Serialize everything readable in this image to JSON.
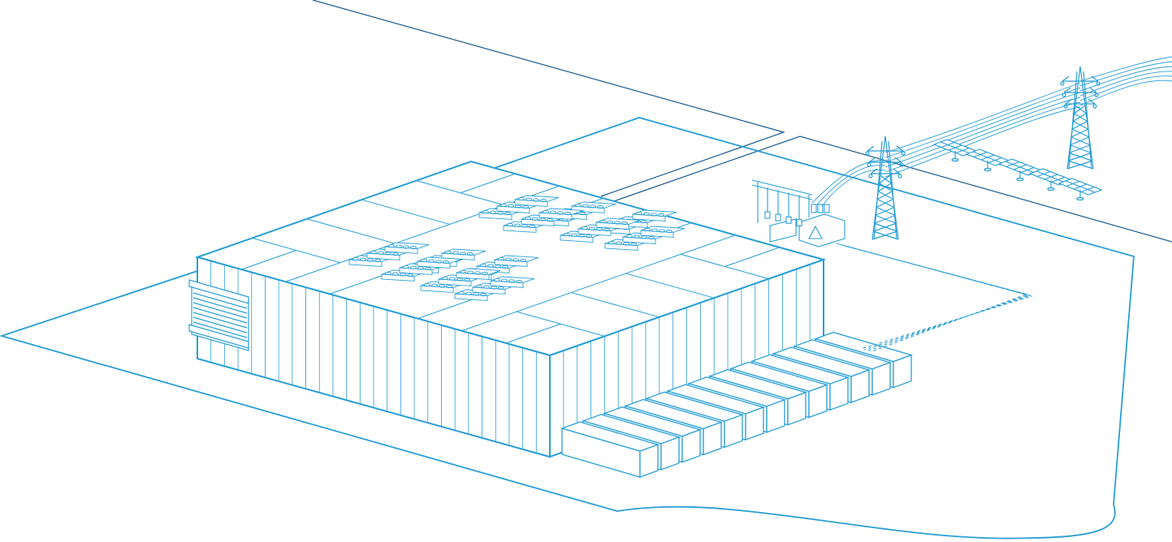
{
  "colors": {
    "line": "#2a9fd6",
    "dark_line": "#1f5b8e",
    "fill": "#ffffff",
    "background": "#ffffff"
  },
  "icons": {
    "building": "data-center-building-outline",
    "cooling": "rooftop-cooling-units",
    "generators": "generator-container-row",
    "substation": "electrical-substation",
    "transformer_warning": "high-voltage-warning-icon",
    "towers": "transmission-tower",
    "solar": "solar-panel-array"
  }
}
